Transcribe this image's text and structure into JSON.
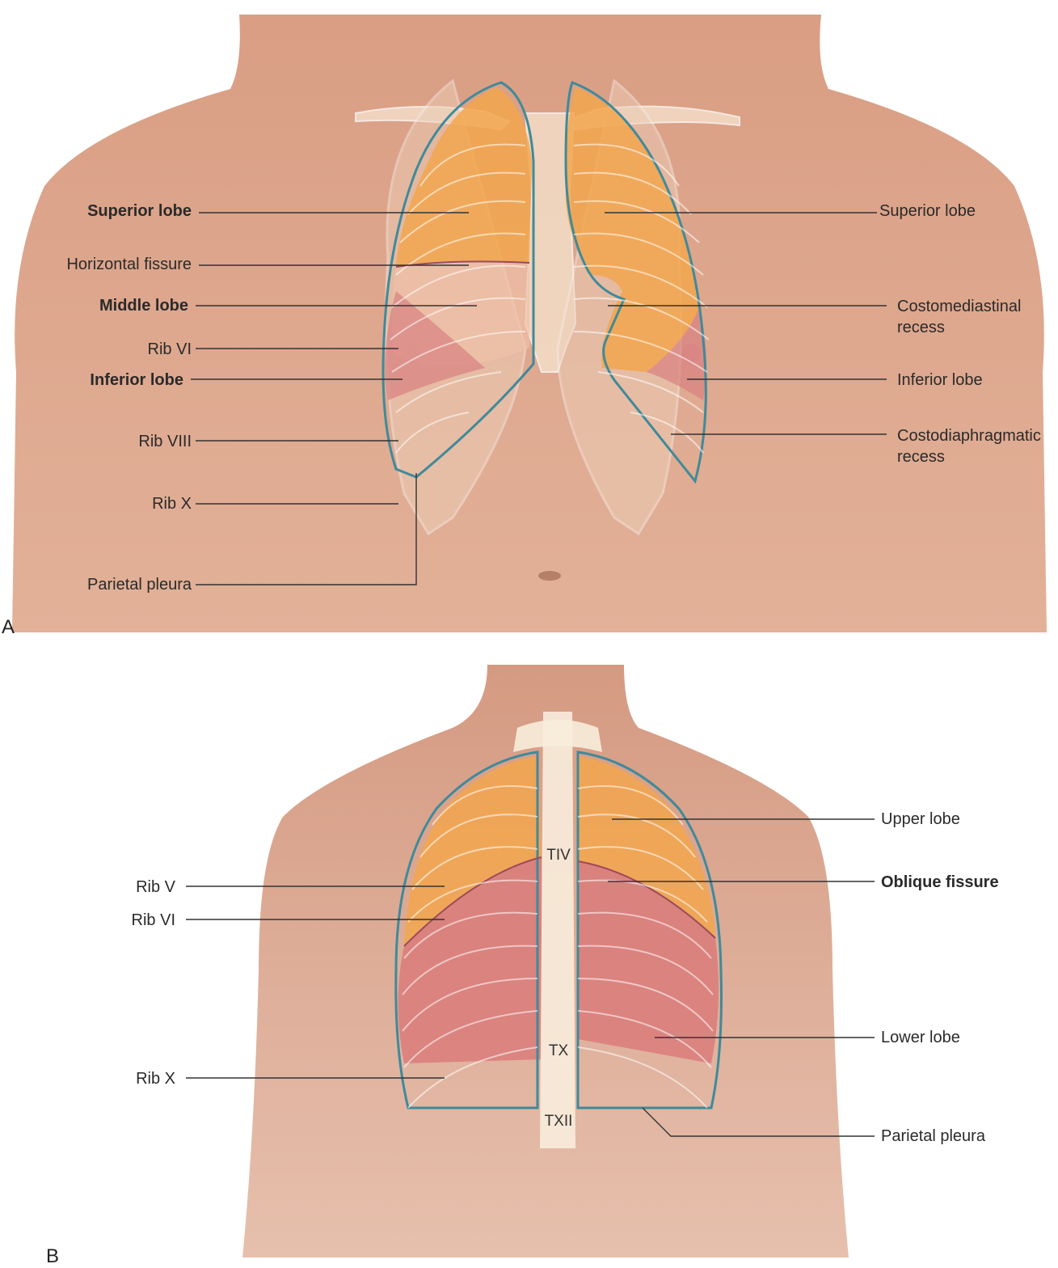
{
  "panel_a": {
    "letter": "A",
    "left_labels": [
      {
        "text": "Superior lobe",
        "bold": true
      },
      {
        "text": "Horizontal fissure",
        "bold": false
      },
      {
        "text": "Middle lobe",
        "bold": true
      },
      {
        "text": "Rib VI",
        "bold": false
      },
      {
        "text": "Inferior lobe",
        "bold": true
      },
      {
        "text": "Rib VIII",
        "bold": false
      },
      {
        "text": "Rib X",
        "bold": false
      },
      {
        "text": "Parietal pleura",
        "bold": false
      }
    ],
    "right_labels": [
      {
        "text": "Superior lobe",
        "bold": false
      },
      {
        "text": "Costomediastinal recess",
        "bold": false
      },
      {
        "text": "Inferior lobe",
        "bold": false
      },
      {
        "text": "Costodiaphragmatic recess",
        "bold": false
      }
    ]
  },
  "panel_b": {
    "letter": "B",
    "left_labels": [
      {
        "text": "Rib V",
        "bold": false
      },
      {
        "text": "Rib VI",
        "bold": false
      },
      {
        "text": "Rib X",
        "bold": false
      }
    ],
    "right_labels": [
      {
        "text": "Upper lobe",
        "bold": false
      },
      {
        "text": "Oblique fissure",
        "bold": true
      },
      {
        "text": "Lower lobe",
        "bold": false
      },
      {
        "text": "Parietal pleura",
        "bold": false
      }
    ],
    "vertebra_labels": [
      "TIV",
      "TX",
      "TXII"
    ]
  },
  "colors": {
    "skin": "#e0ab92",
    "skin_shadow": "#c98e74",
    "upper_lobe": "#f2a64e",
    "lower_lobe": "#d97878",
    "middle_lobe": "#f0c0a8",
    "pleura": "#3f8a9a",
    "bone": "#f7ead7",
    "leader": "#333333"
  }
}
